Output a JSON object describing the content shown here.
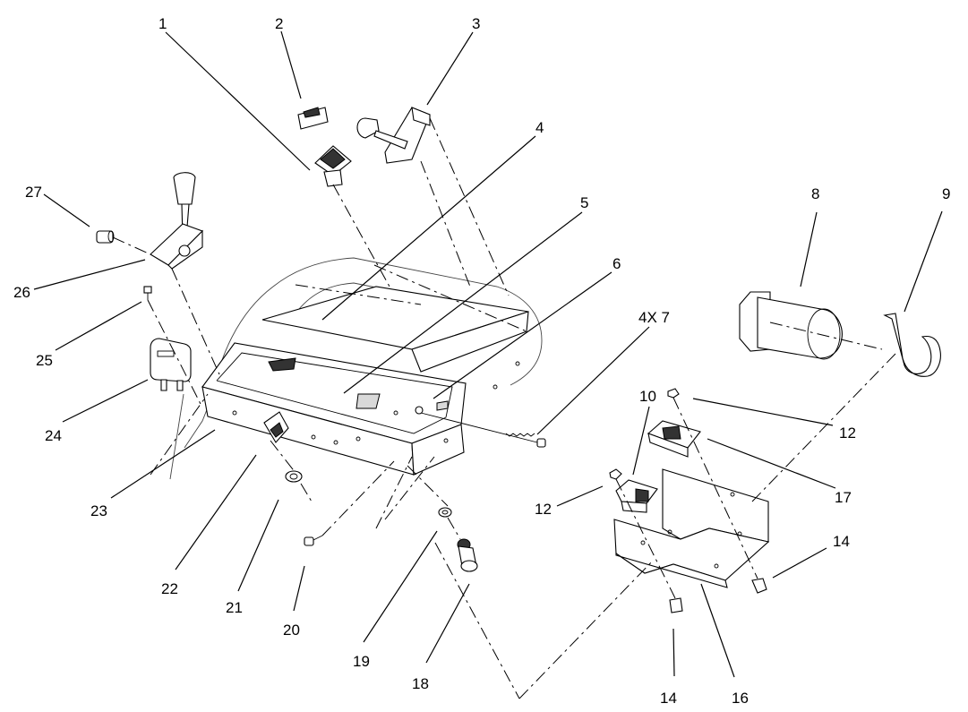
{
  "callouts": {
    "c1": "1",
    "c2": "2",
    "c3": "3",
    "c4": "4",
    "c5": "5",
    "c6": "6",
    "c7": "4X 7",
    "c8": "8",
    "c9": "9",
    "c10": "10",
    "c12a": "12",
    "c12b": "12",
    "c14a": "14",
    "c14b": "14",
    "c16": "16",
    "c17": "17",
    "c18": "18",
    "c19": "19",
    "c20": "20",
    "c21": "21",
    "c22": "22",
    "c23": "23",
    "c24": "24",
    "c25": "25",
    "c26": "26",
    "c27": "27"
  }
}
